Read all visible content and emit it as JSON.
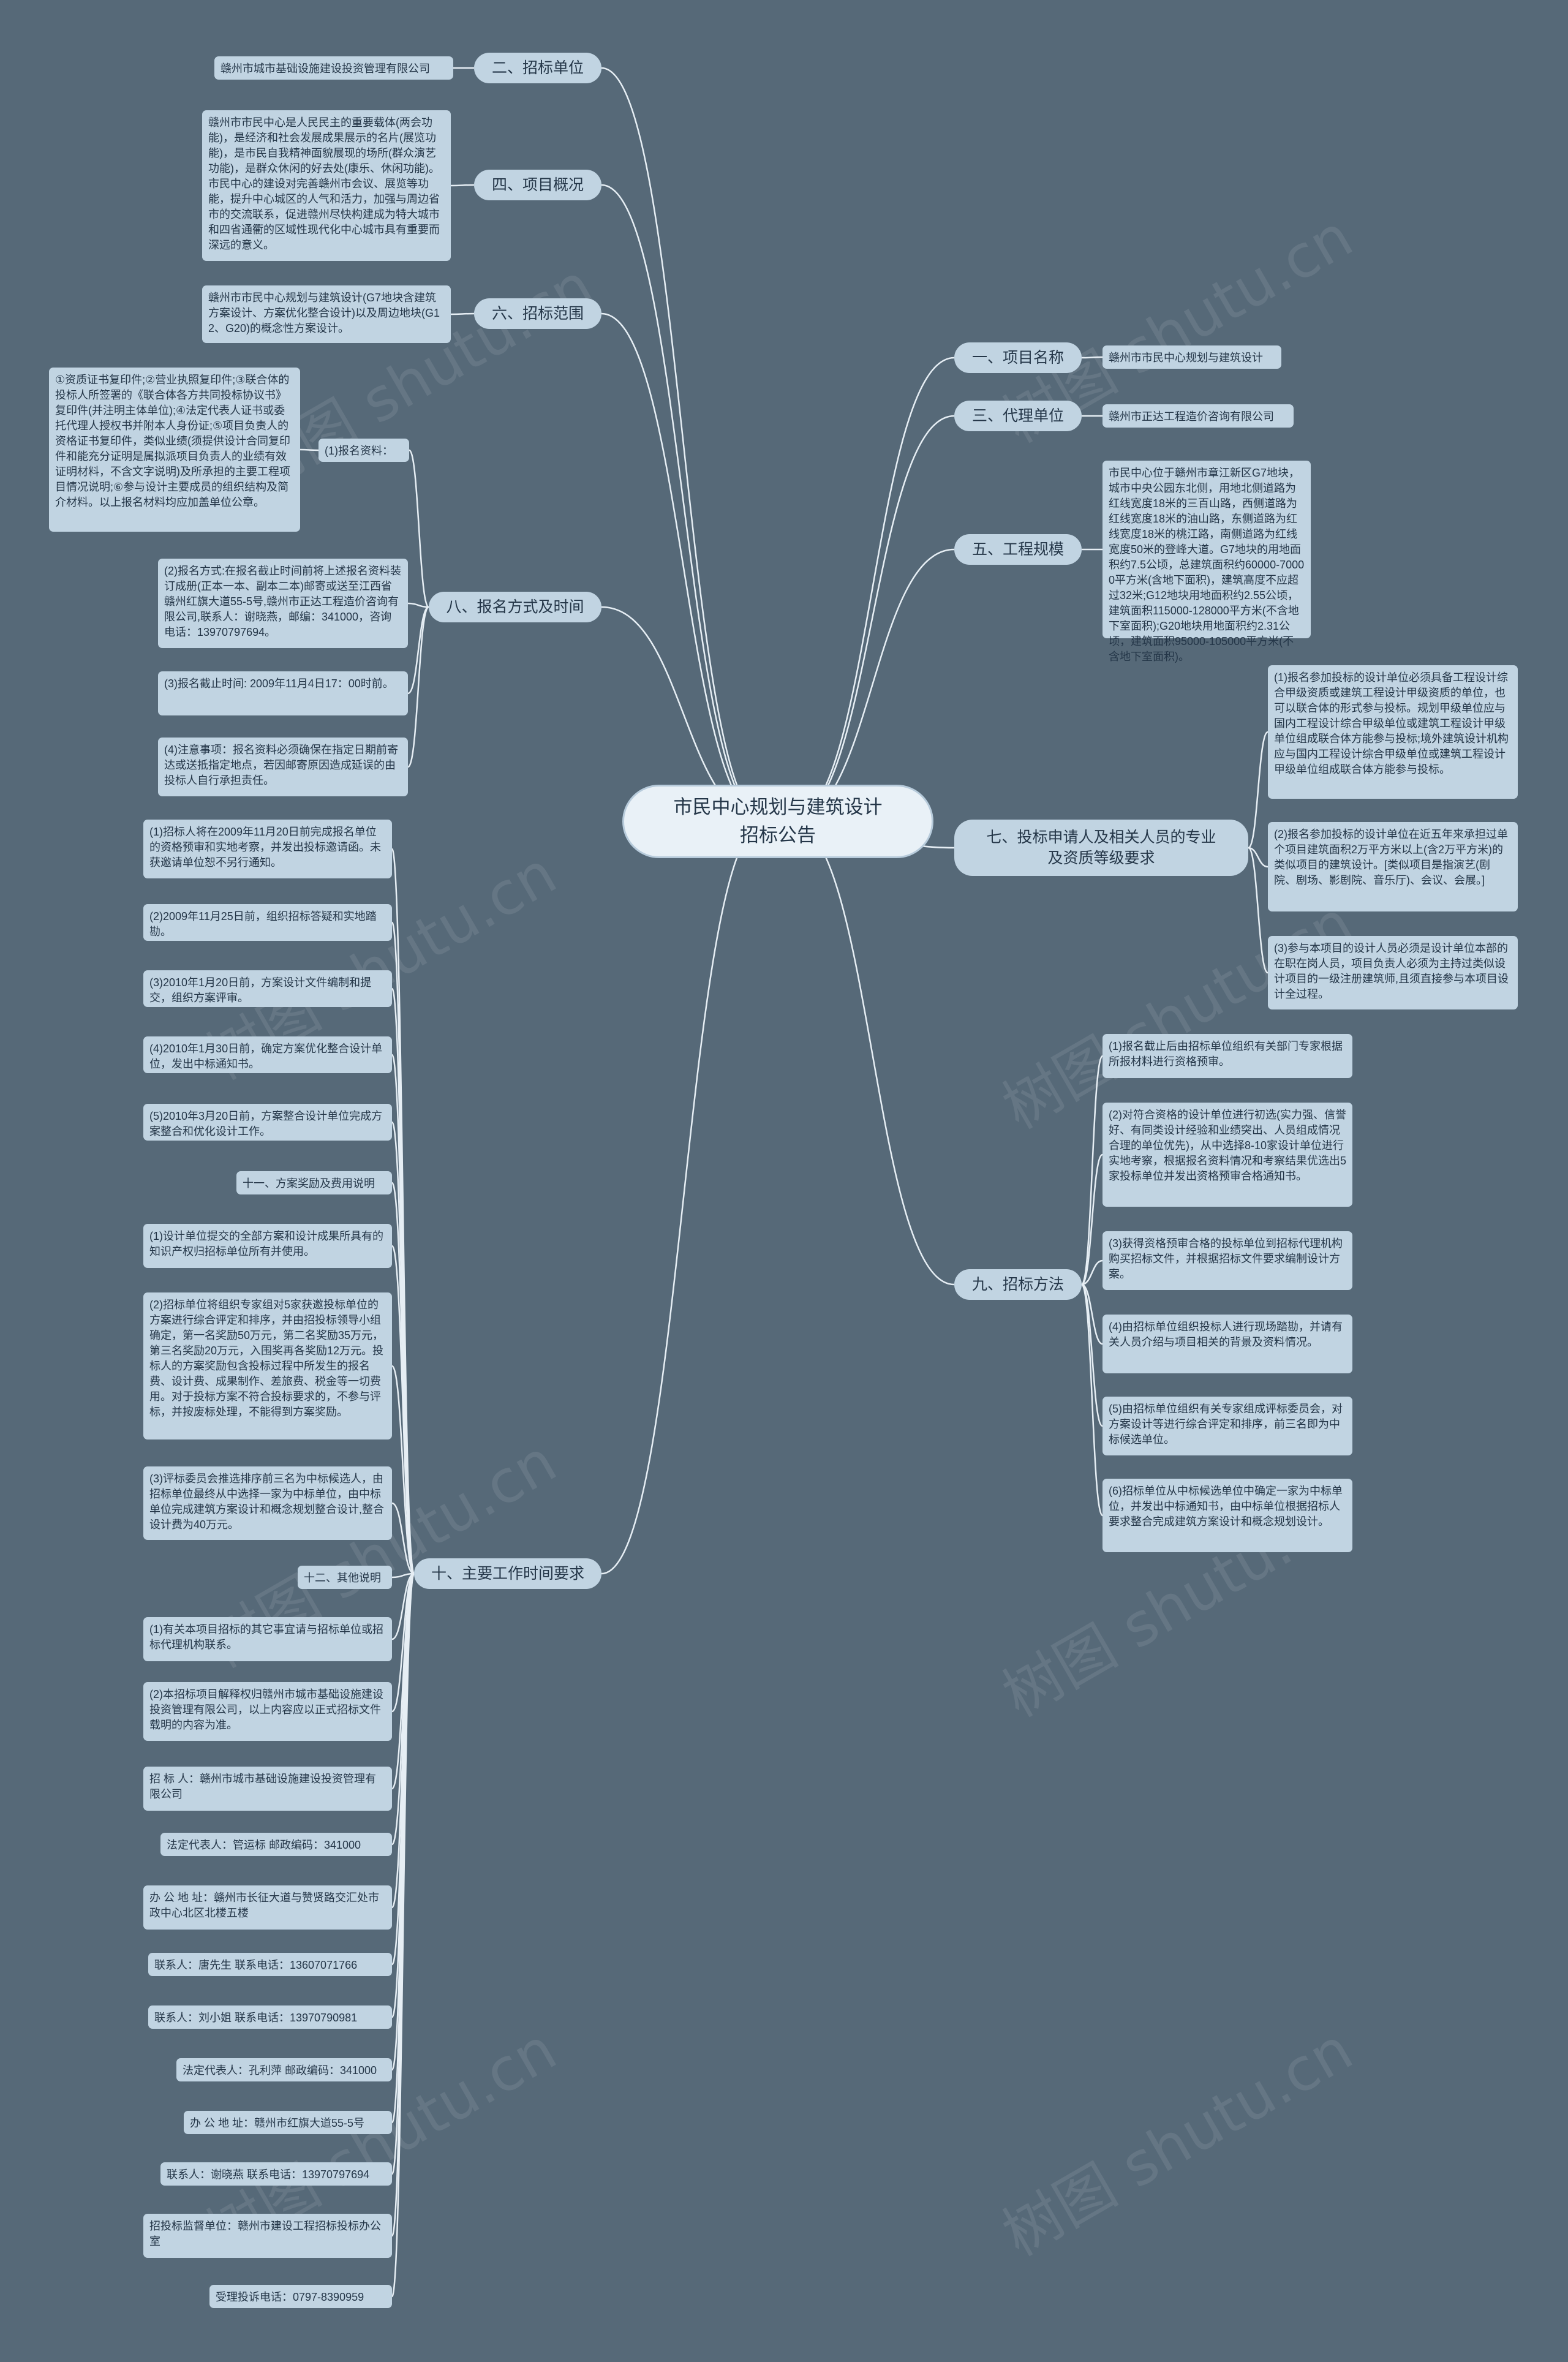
{
  "root": {
    "label": "市民中心规划与建筑设计\n招标公告"
  },
  "watermark": "树图 shutu.cn",
  "right_branches": [
    {
      "label": "一、项目名称",
      "leaves": [
        "赣州市市民中心规划与建筑设计"
      ]
    },
    {
      "label": "三、代理单位",
      "leaves": [
        "赣州市正达工程造价咨询有限公司"
      ]
    },
    {
      "label": "五、工程规模",
      "leaves": [
        "市民中心位于赣州市章江新区G7地块，城市中央公园东北侧，用地北侧道路为红线宽度18米的三百山路，西侧道路为红线宽度18米的油山路，东侧道路为红线宽度18米的桃江路，南侧道路为红线宽度50米的登峰大道。G7地块的用地面积约7.5公顷，总建筑面积约60000-70000平方米(含地下面积)，建筑高度不应超过32米;G12地块用地面积约2.55公顷，建筑面积115000-128000平方米(不含地下室面积);G20地块用地面积约2.31公顷，建筑面积95000-105000平方米(不含地下室面积)。"
      ]
    },
    {
      "label": "七、投标申请人及相关人员的专业\n及资质等级要求",
      "leaves": [
        "(1)报名参加投标的设计单位必须具备工程设计综合甲级资质或建筑工程设计甲级资质的单位，也可以联合体的形式参与投标。规划甲级单位应与国内工程设计综合甲级单位或建筑工程设计甲级单位组成联合体方能参与投标;境外建筑设计机构应与国内工程设计综合甲级单位或建筑工程设计甲级单位组成联合体方能参与投标。",
        "(2)报名参加投标的设计单位在近五年来承担过单个项目建筑面积2万平方米以上(含2万平方米)的类似项目的建筑设计。[类似项目是指演艺(剧院、剧场、影剧院、音乐厅)、会议、会展。]",
        "(3)参与本项目的设计人员必须是设计单位本部的在职在岗人员，项目负责人必须为主持过类似设计项目的一级注册建筑师,且须直接参与本项目设计全过程。"
      ]
    },
    {
      "label": "九、招标方法",
      "leaves": [
        "(1)报名截止后由招标单位组织有关部门专家根据所报材料进行资格预审。",
        "(2)对符合资格的设计单位进行初选(实力强、信誉好、有同类设计经验和业绩突出、人员组成情况合理的单位优先)，从中选择8-10家设计单位进行实地考察，根据报名资料情况和考察结果优选出5家投标单位并发出资格预审合格通知书。",
        "(3)获得资格预审合格的投标单位到招标代理机构购买招标文件，并根据招标文件要求编制设计方案。",
        "(4)由招标单位组织投标人进行现场踏勘，并请有关人员介绍与项目相关的背景及资料情况。",
        "(5)由招标单位组织有关专家组成评标委员会，对方案设计等进行综合评定和排序，前三名即为中标候选单位。",
        "(6)招标单位从中标候选单位中确定一家为中标单位，并发出中标通知书，由中标单位根据招标人要求整合完成建筑方案设计和概念规划设计。"
      ]
    }
  ],
  "left_branches": [
    {
      "label": "二、招标单位",
      "leaves": [
        "赣州市城市基础设施建设投资管理有限公司"
      ]
    },
    {
      "label": "四、项目概况",
      "leaves": [
        "赣州市市民中心是人民民主的重要载体(两会功能)，是经济和社会发展成果展示的名片(展览功能)，是市民自我精神面貌展现的场所(群众演艺功能)，是群众休闲的好去处(康乐、休闲功能)。市民中心的建设对完善赣州市会议、展览等功能，提升中心城区的人气和活力，加强与周边省市的交流联系，促进赣州尽快构建成为特大城市和四省通衢的区域性现代化中心城市具有重要而深远的意义。"
      ]
    },
    {
      "label": "六、招标范围",
      "leaves": [
        "赣州市市民中心规划与建筑设计(G7地块含建筑方案设计、方案优化整合设计)以及周边地块(G12、G20)的概念性方案设计。"
      ]
    },
    {
      "label": "八、报名方式及时间",
      "leaves": [
        "(1)报名资料：",
        "(2)报名方式:在报名截止时间前将上述报名资料装订成册(正本一本、副本二本)邮寄或送至江西省赣州红旗大道55-5号,赣州市正达工程造价咨询有限公司,联系人：谢晓燕，邮编：341000，咨询电话：13970797694。",
        "(3)报名截止时间: 2009年11月4日17：00时前。",
        "(4)注意事项：报名资料必须确保在指定日期前寄达或送抵指定地点，若因邮寄原因造成延误的由投标人自行承担责任。"
      ],
      "sub_label": "①资质证书复印件;②营业执照复印件;③联合体的投标人所签署的《联合体各方共同投标协议书》复印件(并注明主体单位);④法定代表人证书或委托代理人授权书并附本人身份证;⑤项目负责人的资格证书复印件，类似业绩(须提供设计合同复印件和能充分证明是属拟派项目负责人的业绩有效证明材料，不含文字说明)及所承担的主要工程项目情况说明;⑥参与设计主要成员的组织结构及简介材料。以上报名材料均应加盖单位公章。"
    },
    {
      "label": "十、主要工作时间要求",
      "leaves": [
        "(1)招标人将在2009年11月20日前完成报名单位的资格预审和实地考察，并发出投标邀请函。未获邀请单位恕不另行通知。",
        "(2)2009年11月25日前，组织招标答疑和实地踏勘。",
        "(3)2010年1月20日前，方案设计文件编制和提交，组织方案评审。",
        "(4)2010年1月30日前，确定方案优化整合设计单位，发出中标通知书。",
        "(5)2010年3月20日前，方案整合设计单位完成方案整合和优化设计工作。",
        "十一、方案奖励及费用说明",
        "(1)设计单位提交的全部方案和设计成果所具有的知识产权归招标单位所有并使用。",
        "(2)招标单位将组织专家组对5家获邀投标单位的方案进行综合评定和排序，并由招投标领导小组确定，第一名奖励50万元，第二名奖励35万元，第三名奖励20万元，入围奖再各奖励12万元。投标人的方案奖励包含投标过程中所发生的报名费、设计费、成果制作、差旅费、税金等一切费用。对于投标方案不符合投标要求的，不参与评标，并按废标处理，不能得到方案奖励。",
        "(3)评标委员会推选排序前三名为中标候选人，由招标单位最终从中选择一家为中标单位，由中标单位完成建筑方案设计和概念规划整合设计,整合设计费为40万元。",
        "十二、其他说明",
        "(1)有关本项目招标的其它事宜请与招标单位或招标代理机构联系。",
        "(2)本招标项目解释权归赣州市城市基础设施建设投资管理有限公司，以上内容应以正式招标文件载明的内容为准。",
        "招 标 人：赣州市城市基础设施建设投资管理有限公司",
        "法定代表人：管运标 邮政编码：341000",
        "办 公 地 址：赣州市长征大道与赞贤路交汇处市政中心北区北楼五楼",
        "联系人：唐先生 联系电话：13607071766",
        "联系人：刘小姐 联系电话：13970790981",
        "法定代表人：孔利萍 邮政编码：341000",
        "办 公 地 址：赣州市红旗大道55-5号",
        "联系人：谢晓燕 联系电话：13970797694",
        "招投标监督单位：赣州市建设工程招标投标办公室",
        "受理投诉电话：0797-8390959"
      ]
    }
  ]
}
